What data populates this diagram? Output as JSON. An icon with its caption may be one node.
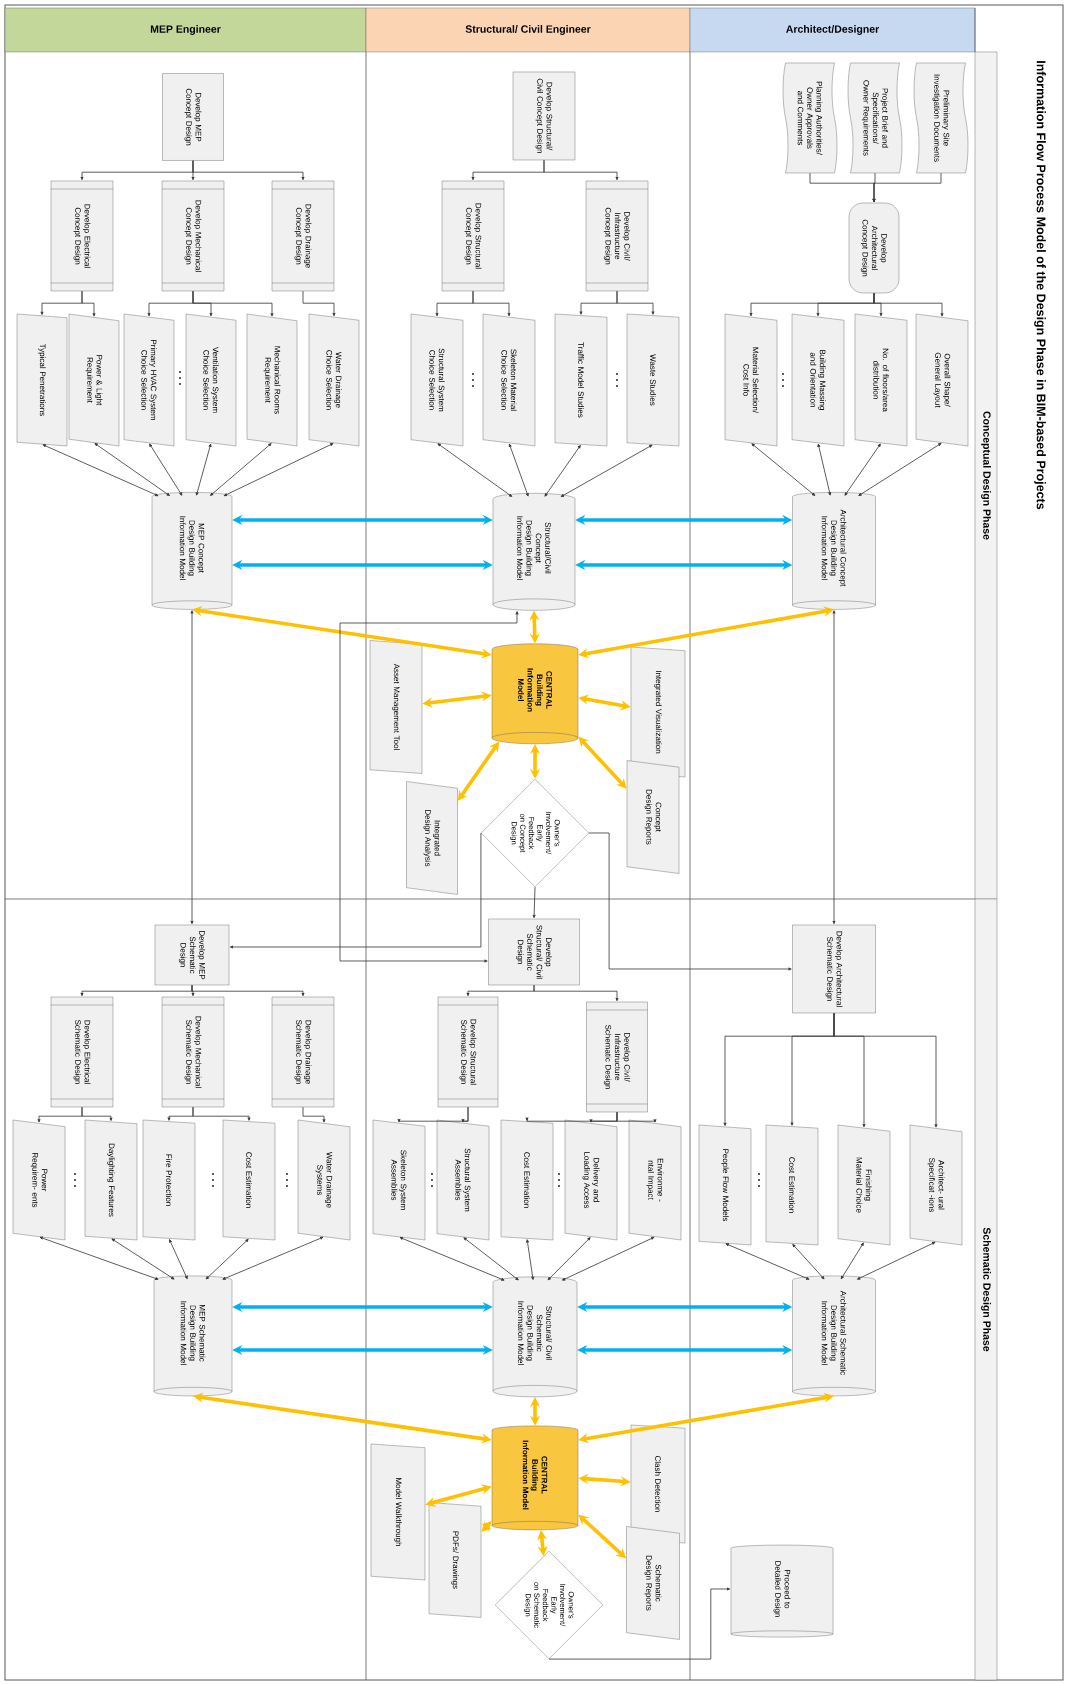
{
  "diagram": {
    "title": "Information Flow Process Model of the Design Phase in BIM-based Projects",
    "nodes": [
      {
        "text": [
          "Develop MEP Concept Design"
        ]
      },
      {
        "text": [
          "Develop Electrical Concept Design"
        ]
      },
      {
        "text": [
          "Develop Mechanical Concept Design"
        ]
      },
      {
        "text": [
          "Develop Drainage Concept Design"
        ]
      },
      {
        "text": [
          "Typical Penetrations"
        ]
      },
      {
        "text": [
          "Power & Light Requirement"
        ]
      },
      {
        "text": [
          "Primary HVAC System Choice Selection"
        ]
      },
      {
        "text": [
          "Ventilation System Choice Selection"
        ]
      },
      {
        "text": [
          "Mechanical Rooms Requirement"
        ]
      },
      {
        "text": [
          "Water Drainage Choice Selection"
        ]
      },
      {
        "text": [
          "Develop Structural/ Civil Concept Design"
        ]
      },
      {
        "text": [
          "Develop Structural Concept Design"
        ]
      },
      {
        "text": [
          "Develop Civil/ Infrastructure Concept Design"
        ]
      },
      {
        "text": [
          "Structural System Choice Selection"
        ]
      },
      {
        "text": [
          "Skeleton Material Choice Selection"
        ]
      },
      {
        "text": [
          "Traffic Model Studies"
        ]
      },
      {
        "text": [
          "Waste Studies"
        ]
      },
      {
        "text": [
          "Planning Authorities/ Owner Approvals and Comments"
        ]
      },
      {
        "text": [
          "Project Brief and Specifications/ Owner Requirements"
        ]
      },
      {
        "text": [
          "Preliminary Site Investigation Documents"
        ]
      },
      {
        "text": [
          "Develop Architectural Concept Design"
        ]
      },
      {
        "text": [
          "Material Selection/ Cost Info"
        ]
      },
      {
        "text": [
          "Building Massing and Orientation"
        ]
      },
      {
        "text": [
          "No. of floors/area distribution"
        ]
      },
      {
        "text": [
          "Overall Shape/ General Layout"
        ]
      },
      {
        "text": [
          "MEP Concept Design Building Information Model"
        ]
      },
      {
        "text": [
          "Structural/Civil Concept Design Building Information Model"
        ]
      },
      {
        "text": [
          "Architectural Concept Design Building Information Model"
        ]
      },
      {
        "text": [
          "CENTRAL Building Information Model"
        ]
      },
      {
        "text": [
          "Asset Management Tool"
        ]
      },
      {
        "text": [
          "Integrated Visualization"
        ]
      },
      {
        "text": [
          "Integrated Design Analysis"
        ]
      },
      {
        "text": [
          "Concept Design Reports"
        ]
      },
      {
        "text": [
          "Owner's Involvement/ Early Feedback on Concept Design"
        ]
      },
      {
        "text": [
          "Develop MEP Schematic Design"
        ]
      },
      {
        "text": [
          "Develop Electrical Schematic Design"
        ]
      },
      {
        "text": [
          "Develop Mechanical Schematic Design"
        ]
      },
      {
        "text": [
          "Develop Drainage Schematic Design"
        ]
      },
      {
        "text": [
          "Power Requirem- ents"
        ]
      },
      {
        "text": [
          "Daylighting Features"
        ]
      },
      {
        "text": [
          "Fire Protection"
        ]
      },
      {
        "text": [
          "Cost Estimation"
        ]
      },
      {
        "text": [
          "Water Drainage Systems"
        ]
      },
      {
        "text": [
          "Develop Structural/ Civil Schematic Design"
        ]
      },
      {
        "text": [
          "Develop Structural Schematic Design"
        ]
      },
      {
        "text": [
          "Develop Civil/ Infrastructure Schematic Design"
        ]
      },
      {
        "text": [
          "Skeleton System Assemblies"
        ]
      },
      {
        "text": [
          "Structural System Assemblies"
        ]
      },
      {
        "text": [
          "Cost Estimation"
        ]
      },
      {
        "text": [
          "Delivery and Loading Access"
        ]
      },
      {
        "text": [
          "Environme -ntal Impact"
        ]
      },
      {
        "text": [
          "Develop Architectural Schematic Design"
        ]
      },
      {
        "text": [
          "People Flow Models"
        ]
      },
      {
        "text": [
          "Cost Estimation"
        ]
      },
      {
        "text": [
          "Finishing Material Choice"
        ]
      },
      {
        "text": [
          "Architect- ural Specificat -ions"
        ]
      },
      {
        "text": [
          "MEP Schematic Design Building Information Model"
        ]
      },
      {
        "text": [
          "Structural/ Civil Schematic Design Building Information Model"
        ]
      },
      {
        "text": [
          "Architectural Schematic Design Building Information Model"
        ]
      },
      {
        "text": [
          "CENTRAL Building Information Model"
        ]
      },
      {
        "text": [
          "Model Walkthrough"
        ]
      },
      {
        "text": [
          "PDFs/ Drawings"
        ]
      },
      {
        "text": [
          "Clash Detection"
        ]
      },
      {
        "text": [
          "Schematic Design Reports"
        ]
      },
      {
        "text": [
          "Owner's Involvement/ Early Feedback on Schematic Design"
        ]
      },
      {
        "text": [
          "Proceed to Detailed Design"
        ]
      }
    ],
    "edges": [
      {
        "from": 0,
        "to": 1,
        "arrow": "to"
      },
      {
        "from": 0,
        "to": 2,
        "arrow": "to"
      },
      {
        "from": 0,
        "to": 3,
        "arrow": "to"
      },
      {
        "from": 1,
        "to": 4,
        "arrow": "to"
      },
      {
        "from": 1,
        "to": 5,
        "arrow": "to"
      },
      {
        "from": 2,
        "to": 6,
        "arrow": "to"
      },
      {
        "from": 2,
        "to": 7,
        "arrow": "to"
      },
      {
        "from": 2,
        "to": 8,
        "arrow": "to"
      },
      {
        "from": 3,
        "to": 9,
        "arrow": "to"
      },
      {
        "from": 4,
        "to": 25,
        "arrow": "both"
      },
      {
        "from": 5,
        "to": 25,
        "arrow": "both"
      },
      {
        "from": 6,
        "to": 25,
        "arrow": "both"
      },
      {
        "from": 7,
        "to": 25,
        "arrow": "both"
      },
      {
        "from": 8,
        "to": 25,
        "arrow": "both"
      },
      {
        "from": 9,
        "to": 25,
        "arrow": "both"
      },
      {
        "from": 10,
        "to": 11,
        "arrow": "to"
      },
      {
        "from": 10,
        "to": 12,
        "arrow": "to"
      },
      {
        "from": 11,
        "to": 13,
        "arrow": "to"
      },
      {
        "from": 11,
        "to": 14,
        "arrow": "to"
      },
      {
        "from": 12,
        "to": 15,
        "arrow": "to"
      },
      {
        "from": 12,
        "to": 16,
        "arrow": "to"
      },
      {
        "from": 13,
        "to": 26,
        "arrow": "both"
      },
      {
        "from": 14,
        "to": 26,
        "arrow": "both"
      },
      {
        "from": 15,
        "to": 26,
        "arrow": "both"
      },
      {
        "from": 16,
        "to": 26,
        "arrow": "both"
      },
      {
        "from": 17,
        "to": 20,
        "arrow": "to"
      },
      {
        "from": 18,
        "to": 20,
        "arrow": "to"
      },
      {
        "from": 19,
        "to": 20,
        "arrow": "to"
      },
      {
        "from": 20,
        "to": 21,
        "arrow": "to"
      },
      {
        "from": 20,
        "to": 22,
        "arrow": "to"
      },
      {
        "from": 20,
        "to": 23,
        "arrow": "to"
      },
      {
        "from": 20,
        "to": 24,
        "arrow": "to"
      },
      {
        "from": 21,
        "to": 27,
        "arrow": "both"
      },
      {
        "from": 22,
        "to": 27,
        "arrow": "both"
      },
      {
        "from": 23,
        "to": 27,
        "arrow": "both"
      },
      {
        "from": 24,
        "to": 27,
        "arrow": "both"
      },
      {
        "from": 25,
        "to": 26,
        "arrow": "both",
        "style": "thick",
        "color": "#00b0f0"
      },
      {
        "from": 25,
        "to": 26,
        "arrow": "both",
        "style": "thick",
        "color": "#00b0f0"
      },
      {
        "from": 26,
        "to": 27,
        "arrow": "both",
        "style": "thick",
        "color": "#00b0f0"
      },
      {
        "from": 26,
        "to": 27,
        "arrow": "both",
        "style": "thick",
        "color": "#00b0f0"
      },
      {
        "from": 25,
        "to": 28,
        "arrow": "both",
        "style": "thick",
        "color": "#ffc000"
      },
      {
        "from": 26,
        "to": 28,
        "arrow": "both",
        "style": "thick",
        "color": "#ffc000"
      },
      {
        "from": 27,
        "to": 28,
        "arrow": "both",
        "style": "thick",
        "color": "#ffc000"
      },
      {
        "from": 28,
        "to": 29,
        "arrow": "both",
        "style": "thick",
        "color": "#ffc000"
      },
      {
        "from": 28,
        "to": 30,
        "arrow": "both",
        "style": "thick",
        "color": "#ffc000"
      },
      {
        "from": 28,
        "to": 31,
        "arrow": "both",
        "style": "thick",
        "color": "#ffc000"
      },
      {
        "from": 28,
        "to": 32,
        "arrow": "both",
        "style": "thick",
        "color": "#ffc000"
      },
      {
        "from": 28,
        "to": 33,
        "arrow": "both",
        "style": "thick",
        "color": "#ffc000"
      },
      {
        "from": 25,
        "to": 34,
        "arrow": "both"
      },
      {
        "from": 27,
        "to": 51,
        "arrow": "both"
      },
      {
        "from": 26,
        "to": 43,
        "arrow": "both"
      },
      {
        "from": 33,
        "to": 34,
        "arrow": "to"
      },
      {
        "from": 33,
        "to": 43,
        "arrow": "to"
      },
      {
        "from": 33,
        "to": 51,
        "arrow": "to"
      },
      {
        "from": 34,
        "to": 35,
        "arrow": "to"
      },
      {
        "from": 34,
        "to": 36,
        "arrow": "to"
      },
      {
        "from": 34,
        "to": 37,
        "arrow": "to"
      },
      {
        "from": 35,
        "to": 38,
        "arrow": "to"
      },
      {
        "from": 35,
        "to": 39,
        "arrow": "to"
      },
      {
        "from": 36,
        "to": 40,
        "arrow": "to"
      },
      {
        "from": 36,
        "to": 41,
        "arrow": "to"
      },
      {
        "from": 37,
        "to": 42,
        "arrow": "to"
      },
      {
        "from": 38,
        "to": 56,
        "arrow": "both"
      },
      {
        "from": 39,
        "to": 56,
        "arrow": "both"
      },
      {
        "from": 40,
        "to": 56,
        "arrow": "both"
      },
      {
        "from": 41,
        "to": 56,
        "arrow": "both"
      },
      {
        "from": 42,
        "to": 56,
        "arrow": "both"
      },
      {
        "from": 43,
        "to": 44,
        "arrow": "to"
      },
      {
        "from": 43,
        "to": 45,
        "arrow": "to"
      },
      {
        "from": 44,
        "to": 46,
        "arrow": "to"
      },
      {
        "from": 44,
        "to": 47,
        "arrow": "to"
      },
      {
        "from": 45,
        "to": 48,
        "arrow": "to"
      },
      {
        "from": 45,
        "to": 49,
        "arrow": "to"
      },
      {
        "from": 45,
        "to": 50,
        "arrow": "to"
      },
      {
        "from": 46,
        "to": 57,
        "arrow": "both"
      },
      {
        "from": 47,
        "to": 57,
        "arrow": "both"
      },
      {
        "from": 48,
        "to": 57,
        "arrow": "both"
      },
      {
        "from": 49,
        "to": 57,
        "arrow": "both"
      },
      {
        "from": 50,
        "to": 57,
        "arrow": "both"
      },
      {
        "from": 51,
        "to": 52,
        "arrow": "to"
      },
      {
        "from": 51,
        "to": 53,
        "arrow": "to"
      },
      {
        "from": 51,
        "to": 54,
        "arrow": "to"
      },
      {
        "from": 51,
        "to": 55,
        "arrow": "to"
      },
      {
        "from": 52,
        "to": 58,
        "arrow": "both"
      },
      {
        "from": 53,
        "to": 58,
        "arrow": "both"
      },
      {
        "from": 54,
        "to": 58,
        "arrow": "both"
      },
      {
        "from": 55,
        "to": 58,
        "arrow": "both"
      },
      {
        "from": 56,
        "to": 57,
        "arrow": "both",
        "style": "thick",
        "color": "#00b0f0"
      },
      {
        "from": 56,
        "to": 57,
        "arrow": "both",
        "style": "thick",
        "color": "#00b0f0"
      },
      {
        "from": 57,
        "to": 58,
        "arrow": "both",
        "style": "thick",
        "color": "#00b0f0"
      },
      {
        "from": 57,
        "to": 58,
        "arrow": "both",
        "style": "thick",
        "color": "#00b0f0"
      },
      {
        "from": 56,
        "to": 59,
        "arrow": "both",
        "style": "thick",
        "color": "#ffc000"
      },
      {
        "from": 57,
        "to": 59,
        "arrow": "both",
        "style": "thick",
        "color": "#ffc000"
      },
      {
        "from": 58,
        "to": 59,
        "arrow": "both",
        "style": "thick",
        "color": "#ffc000"
      },
      {
        "from": 59,
        "to": 60,
        "arrow": "both",
        "style": "thick",
        "color": "#ffc000"
      },
      {
        "from": 59,
        "to": 61,
        "arrow": "both",
        "style": "thick",
        "color": "#ffc000"
      },
      {
        "from": 59,
        "to": 62,
        "arrow": "both",
        "style": "thick",
        "color": "#ffc000"
      },
      {
        "from": 59,
        "to": 63,
        "arrow": "both",
        "style": "thick",
        "color": "#ffc000"
      },
      {
        "from": 59,
        "to": 64,
        "arrow": "both",
        "style": "thick",
        "color": "#ffc000"
      },
      {
        "from": 64,
        "to": 65,
        "arrow": "to"
      }
    ],
    "labels": [
      "MEP Engineer",
      "Structural/ Civil Engineer",
      "Architect/Designer",
      "Conceptual Design Phase",
      "Schematic Design Phase"
    ]
  }
}
